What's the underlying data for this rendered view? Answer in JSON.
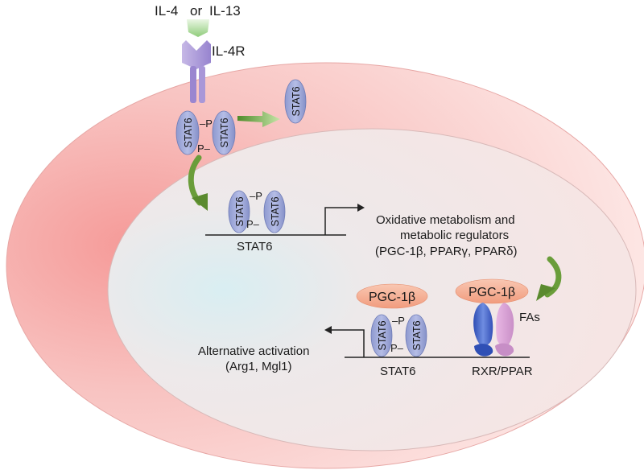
{
  "ligands": {
    "il4": "IL-4",
    "or": "or",
    "il13": "IL-13"
  },
  "receptor": "IL-4R",
  "stat6_free": "STAT6",
  "stat6_monomer": "STAT6",
  "phospho": "P",
  "dimer_bridge": "–P",
  "dimer_bridge2": "P–",
  "promoter_1": {
    "label": "STAT6"
  },
  "upregulated_genes": {
    "line1": "Oxidative metabolism and",
    "line2": "metabolic regulators",
    "line3": "(PGC-1β, PPARγ, PPARδ)"
  },
  "coactivator": "PGC-1β",
  "fatty_acids": "FAs",
  "promoter_2": {
    "stat6_label": "STAT6",
    "rxr_label": "RXR/PPAR"
  },
  "outcome": {
    "line1": "Alternative activation",
    "line2": "(Arg1, Mgl1)"
  },
  "colors": {
    "cell": "#f7c6c3",
    "nucleus": "#f1eeee",
    "stat6": "#97a3d6",
    "pgc": "#f4a98c",
    "arrow": "#5a8a2e",
    "rxr": "#3f5fc2",
    "ppar": "#d9a3d6"
  }
}
